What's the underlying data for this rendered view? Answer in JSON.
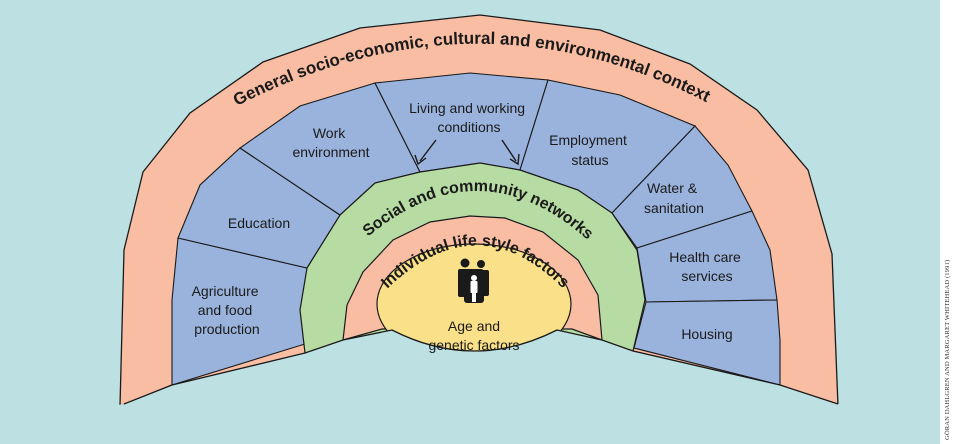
{
  "rings": {
    "outer": {
      "label": "General socio-economic, cultural and environmental context",
      "color": "#f8bda3"
    },
    "social": {
      "label": "Social and community networks",
      "color": "#b7dca3"
    },
    "lifestyle": {
      "label": "Individual life style factors",
      "color": "#f8bda3"
    },
    "core": {
      "label_line1": "Age and",
      "label_line2": "genetic factors",
      "color": "#f9e089"
    }
  },
  "segments_color": "#9ab3dd",
  "segments": [
    {
      "id": "agriculture",
      "lines": [
        "Agriculture",
        "and food",
        "production"
      ]
    },
    {
      "id": "education",
      "lines": [
        "Education"
      ]
    },
    {
      "id": "work-environment",
      "lines": [
        "Work",
        "environment"
      ]
    },
    {
      "id": "living-working",
      "lines": [
        "Living and working",
        "conditions"
      ]
    },
    {
      "id": "employment",
      "lines": [
        "Employment",
        "status"
      ]
    },
    {
      "id": "water-sanitation",
      "lines": [
        "Water &",
        "sanitation"
      ]
    },
    {
      "id": "health-care",
      "lines": [
        "Health care",
        "services"
      ]
    },
    {
      "id": "housing",
      "lines": [
        "Housing"
      ]
    }
  ],
  "colors": {
    "background": "#bde0e3",
    "outline": "#1a1a1a"
  },
  "icons": [
    "family-icon",
    "arrow-icon"
  ],
  "credit": "GÖRAN DAHLGREN AND MARGARET WHITEHEAD (1991)"
}
